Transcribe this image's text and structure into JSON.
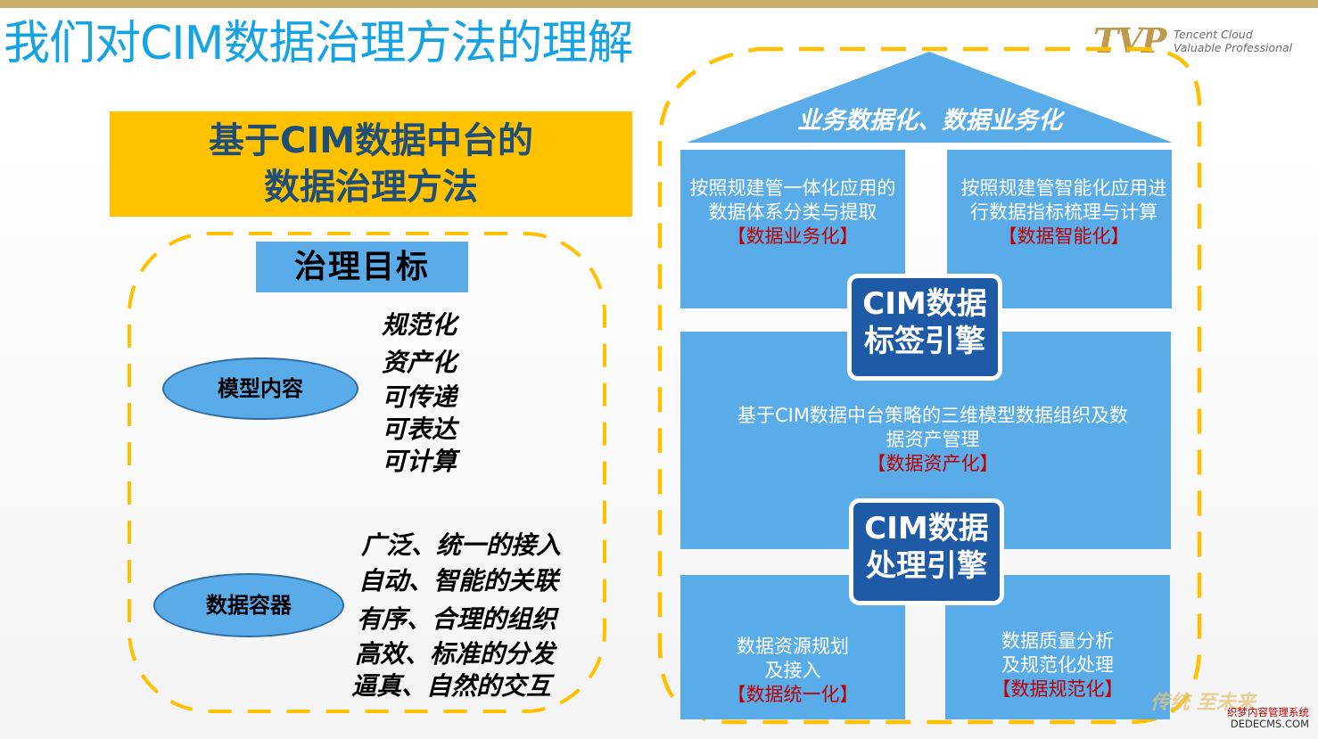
{
  "title": "我们对CIM数据治理方法的理解",
  "logo": {
    "mark": "TVP",
    "line1": "Tencent Cloud",
    "line2": "Valuable Professional"
  },
  "left": {
    "banner_line1": "基于CIM数据中台的",
    "banner_line2": "数据治理方法",
    "goal_label": "治理目标",
    "model": {
      "label": "模型内容",
      "items": [
        "规范化",
        "资产化",
        "可传递",
        "可表达",
        "可计算"
      ]
    },
    "container": {
      "label": "数据容器",
      "items": [
        "广泛、统一的接入",
        "自动、智能的关联",
        "有序、合理的组织",
        "高效、标准的分发",
        "逼真、自然的交互"
      ]
    }
  },
  "right": {
    "roof": "业务数据化、数据业务化",
    "top_left": {
      "line1": "按照规建管一体化应用的",
      "line2": "数据体系分类与提取",
      "tag": "【数据业务化】"
    },
    "top_right": {
      "line1": "按照规建管智能化应用进",
      "line2": "行数据指标梳理与计算",
      "tag": "【数据智能化】"
    },
    "engine1": {
      "line1": "CIM数据",
      "line2": "标签引擎"
    },
    "middle": {
      "line1": "基于CIM数据中台策略的三维模型数据组织及数",
      "line2": "据资产管理",
      "tag": "【数据资产化】"
    },
    "engine2": {
      "line1": "CIM数据",
      "line2": "处理引擎"
    },
    "bottom_left": {
      "line1": "数据资源规划",
      "line2": "及接入",
      "tag": "【数据统一化】"
    },
    "bottom_right": {
      "line1": "数据质量分析",
      "line2": "及规范化处理",
      "tag": "【数据规范化】"
    }
  },
  "watermark": {
    "strip": "传统 至未来",
    "line1": "织梦内容管理系统",
    "line2": "DEDECMS.COM"
  },
  "colors": {
    "title": "#15a3e3",
    "banner": "#ffc200",
    "block": "#5aace9",
    "engine": "#1f5aa6",
    "dash": "#ffc000",
    "tag": "#c00000"
  }
}
